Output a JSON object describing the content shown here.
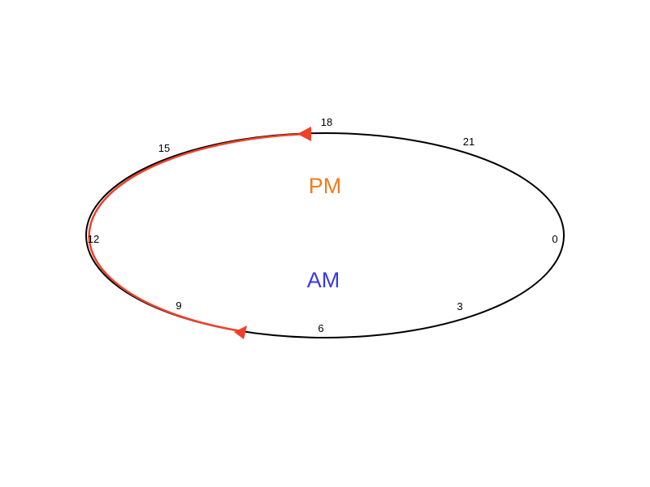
{
  "diagram": {
    "hour_labels": {
      "h0": "0",
      "h3": "3",
      "h6": "6",
      "h9": "9",
      "h12": "12",
      "h15": "15",
      "h18": "18",
      "h21": "21"
    },
    "pm_label": "PM",
    "am_label": "AM",
    "colors": {
      "ellipse": "#000000",
      "highlight_arc": "#f04028",
      "pm_text": "#f07c1e",
      "am_text": "#3838e6"
    }
  }
}
